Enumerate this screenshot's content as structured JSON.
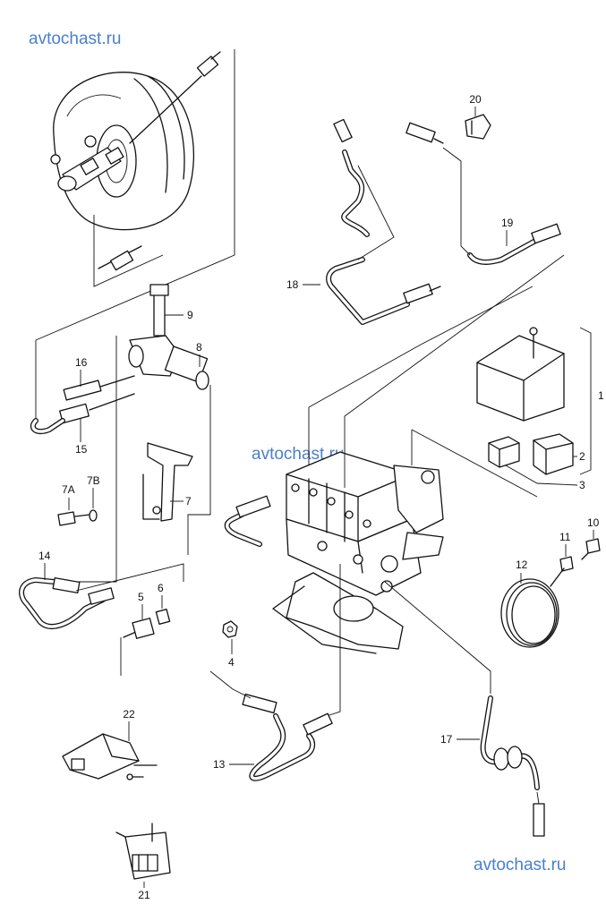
{
  "watermark": {
    "top": "avtochast.ru",
    "middle": "avtochast.ru",
    "bottom": "avtochast.ru"
  },
  "callouts": {
    "c1": "1",
    "c2": "2",
    "c3": "3",
    "c4": "4",
    "c5": "5",
    "c6": "6",
    "c7": "7",
    "c7a": "7A",
    "c7b": "7B",
    "c8": "8",
    "c9": "9",
    "c10": "10",
    "c11": "11",
    "c12": "12",
    "c13": "13",
    "c14": "14",
    "c15": "15",
    "c16": "16",
    "c17": "17",
    "c18": "18",
    "c19": "19",
    "c20": "20",
    "c21": "21",
    "c22": "22"
  }
}
